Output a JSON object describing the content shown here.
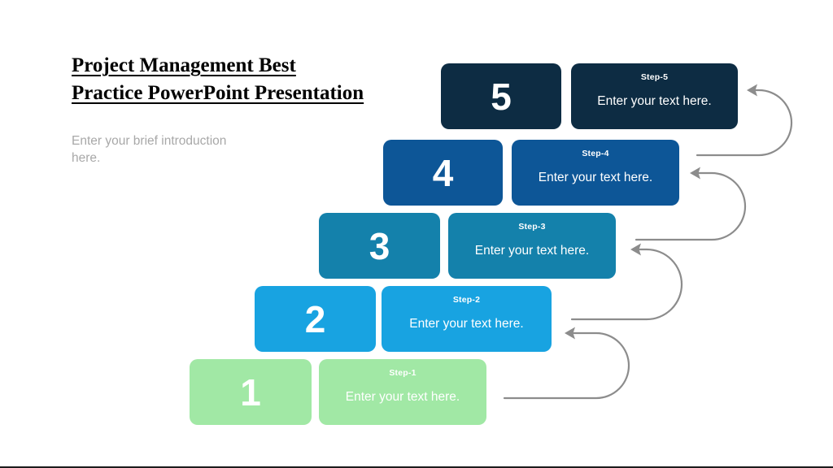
{
  "slide": {
    "title_lines": [
      "Project Management Best",
      "Practice PowerPoint Presentation"
    ],
    "intro": "Enter your brief introduction here."
  },
  "steps": [
    {
      "number": "1",
      "label": "Step-1",
      "text": "Enter your text here.",
      "color": "#a1e8a5"
    },
    {
      "number": "2",
      "label": "Step-2",
      "text": "Enter your text here.",
      "color": "#18a3e1"
    },
    {
      "number": "3",
      "label": "Step-3",
      "text": "Enter your text here.",
      "color": "#1481ab"
    },
    {
      "number": "4",
      "label": "Step-4",
      "text": "Enter your text here.",
      "color": "#0d5697"
    },
    {
      "number": "5",
      "label": "Step-5",
      "text": "Enter your text here.",
      "color": "#0d2c43"
    }
  ],
  "arrows": {
    "color": "#8c8c8c"
  }
}
